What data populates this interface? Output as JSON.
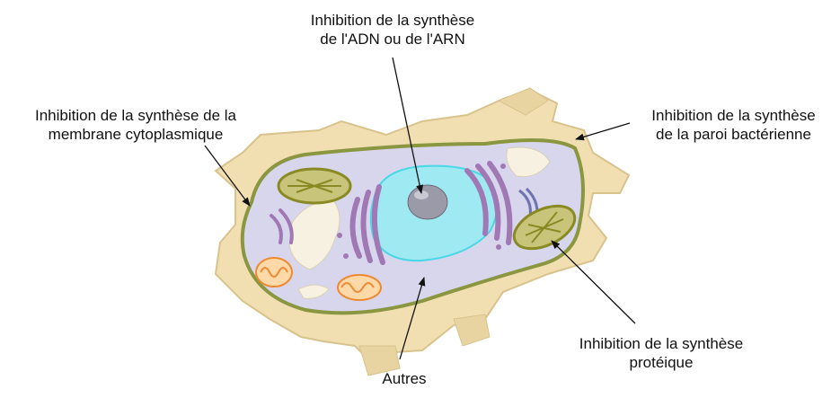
{
  "labels": {
    "dna_rna": [
      "Inhibition de la synthèse",
      "de l'ADN ou de l'ARN"
    ],
    "membrane": [
      "Inhibition de la synthèse de la",
      "membrane cytoplasmique"
    ],
    "cell_wall": [
      "Inhibition de la synthèse",
      "de la paroi bactérienne"
    ],
    "protein": [
      "Inhibition de la synthèse",
      "protéique"
    ],
    "other": "Autres"
  },
  "colors": {
    "cell_wall": "#f1dfb2",
    "cytoplasm": "#d7d6ec",
    "membrane": "#8a9640",
    "nucleus": "#9fe9f2",
    "nucleolus": "#9a9aa8",
    "golgi": "#a078b4",
    "chloroplast": "#9a9a30",
    "mitochondria": "#ef8a33",
    "vacuole": "#f6f1e0"
  }
}
